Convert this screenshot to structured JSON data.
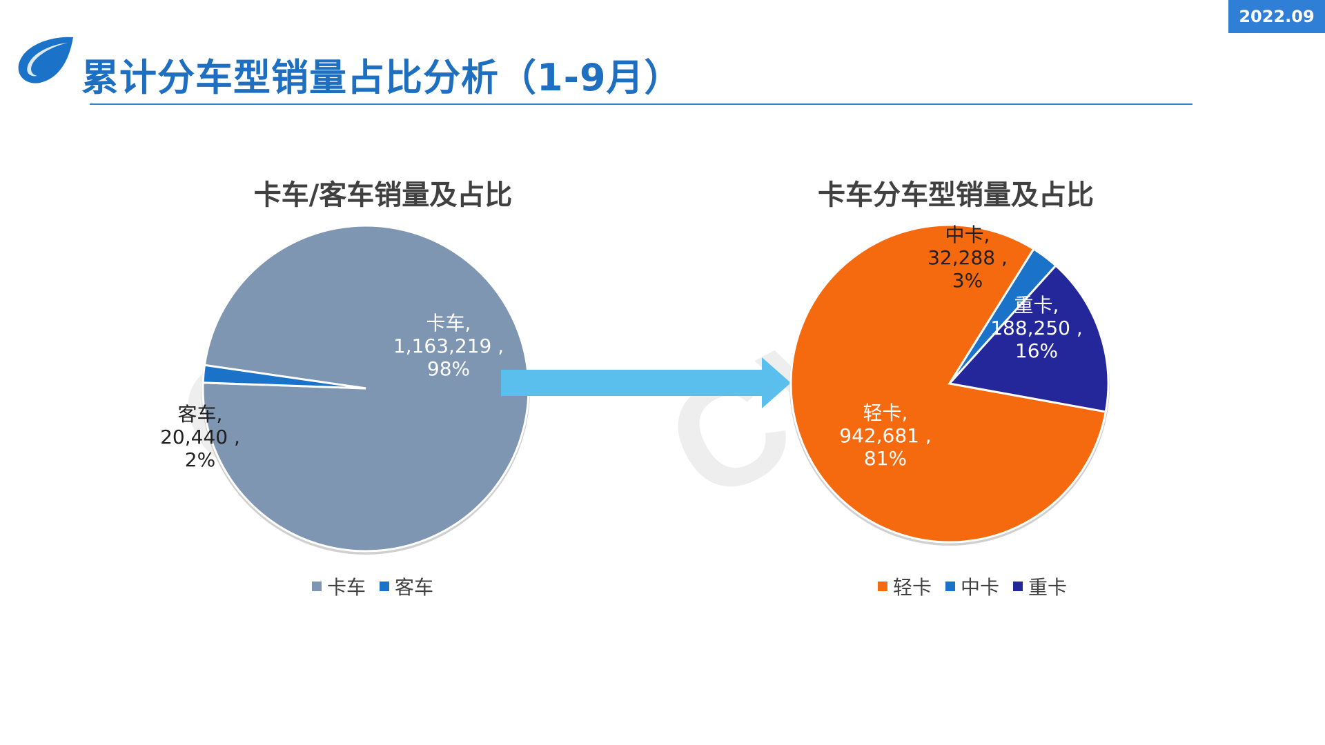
{
  "header": {
    "date": "2022.09",
    "title": "累计分车型销量占比分析（1-9月）"
  },
  "watermark": "CVD",
  "colors": {
    "accent": "#1f6fc0",
    "badge": "#2f7fd6",
    "arrow": "#5bbfee"
  },
  "chart_data": [
    {
      "type": "pie",
      "title": "卡车/客车销量及占比",
      "categories": [
        "卡车",
        "客车"
      ],
      "values": [
        1163219,
        20440
      ],
      "percents": [
        "98%",
        "2%"
      ],
      "value_labels": [
        "1,163,219",
        "20,440"
      ],
      "colors": [
        "#7f96b2",
        "#1a73c8"
      ],
      "legend": "bottom"
    },
    {
      "type": "pie",
      "title": "卡车分车型销量及占比",
      "categories": [
        "轻卡",
        "中卡",
        "重卡"
      ],
      "values": [
        942681,
        32288,
        188250
      ],
      "percents": [
        "81%",
        "3%",
        "16%"
      ],
      "value_labels": [
        "942,681",
        "32,288",
        "188,250"
      ],
      "colors": [
        "#f5690f",
        "#1a73c8",
        "#23279a"
      ],
      "legend": "bottom"
    }
  ]
}
